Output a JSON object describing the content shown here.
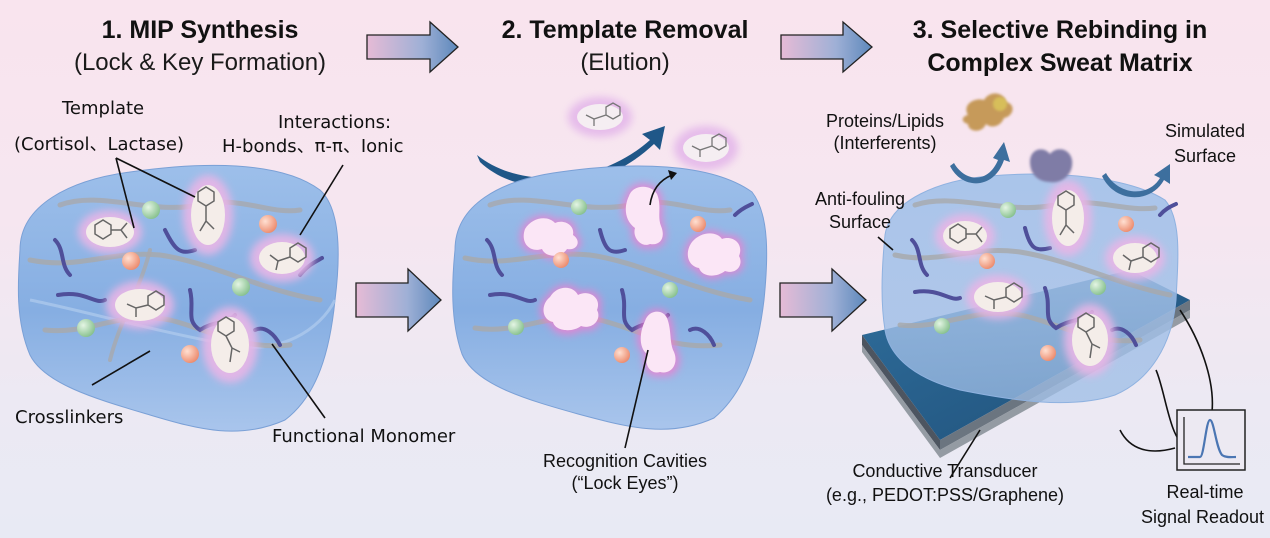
{
  "steps": [
    {
      "title": "1. MIP Synthesis",
      "subtitle": "(Lock & Key Formation)"
    },
    {
      "title": "2. Template Removal",
      "subtitle": "(Elution)"
    },
    {
      "title": "3. Selective Rebinding in",
      "subtitle": "Complex Sweat Matrix"
    }
  ],
  "panel1": {
    "template_label": "Template",
    "template_examples": "(Cortisol、Lactase)",
    "interactions_label": "Interactions:",
    "interactions_list": "H-bonds、π-π、Ionic",
    "crosslinkers_label": "Crosslinkers",
    "monomer_label": "Functional Monomer"
  },
  "panel2": {
    "cavities_label": "Recognition Cavities",
    "cavities_sublabel": "(“Lock Eyes”)"
  },
  "panel3": {
    "interferents_label": "Proteins/Lipids",
    "interferents_sublabel": "(Interferents)",
    "simulated_label": "Simulated",
    "simulated_sublabel": "Surface",
    "antifouling_label": "Anti-fouling",
    "antifouling_sublabel": "Surface",
    "transducer_label": "Conductive Transducer",
    "transducer_sublabel": "(e.g., PEDOT:PSS/Graphene)",
    "readout_label": "Real-time",
    "readout_sublabel": "Signal Readout"
  },
  "colors": {
    "polymer_block": "#8fb3e4",
    "crosslinker_green": "#9fd0a4",
    "crosslinker_orange": "#f3a488",
    "monomer_strand": "#4f4f9a",
    "cavity_glow": "#f3b7e2",
    "arrow_start": "#e3b7d3",
    "arrow_end": "#5f8bbd",
    "elution_arrow": "#1e5585",
    "substrate": "#2a5f8a",
    "signal_line": "#4b76b3"
  }
}
